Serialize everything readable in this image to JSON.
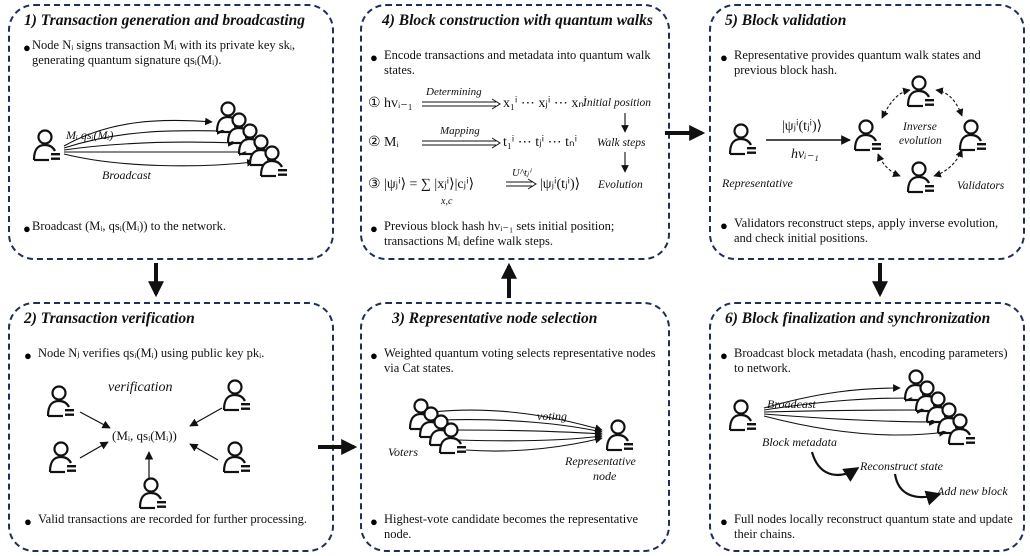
{
  "panels": {
    "p1": {
      "title": "1) Transaction generation and broadcasting",
      "bullet1": "Node Nᵢ signs transaction Mᵢ with its private key skᵢ, generating quantum signature qsᵢ(Mᵢ).",
      "label_message": "Mᵢ  qsᵢ(Mᵢ)",
      "label_broadcast": "Broadcast",
      "bullet2": "Broadcast  (Mᵢ, qsᵢ(Mᵢ)) to the network."
    },
    "p2": {
      "title": "2) Transaction verification",
      "bullet1": "Node Nⱼ verifies qsᵢ(Mᵢ) using public key pkᵢ.",
      "label_verification": "verification",
      "label_center": "(Mᵢ, qsᵢ(Mᵢ))",
      "bullet2": "Valid transactions are recorded for further processing."
    },
    "p3": {
      "title": "3) Representative node selection",
      "bullet1": "Weighted quantum voting selects representative nodes via Cat states.",
      "label_voting": "voting",
      "label_voters": "Voters",
      "label_rep1": "Representative",
      "label_rep2": "node",
      "bullet2": "Highest-vote candidate becomes the representative node."
    },
    "p4": {
      "title": "4) Block construction with quantum walks",
      "bullet1": "Encode transactions and metadata into quantum walk states.",
      "row1_left": "① hvᵢ₋₁",
      "row1_arrow": "Determining",
      "row1_right": "x₁ⁱ ⋯ xⱼⁱ ⋯ xₙⁱ",
      "row2_left": "② Mᵢ",
      "row2_arrow": "Mapping",
      "row2_right": "t₁ⁱ ⋯ tⱼⁱ ⋯ tₙⁱ",
      "row3_left": "③ |ψⱼⁱ⟩ = ∑ |xⱼⁱ⟩|cⱼⁱ⟩",
      "row3_sub": "x,c",
      "row3_arrow": "U^tⱼⁱ",
      "row3_right": "|ψⱼⁱ(tⱼⁱ)⟩",
      "step_initial": "Initial position",
      "step_walk": "Walk steps",
      "step_evolution": "Evolution",
      "bullet2": "Previous block hash hvᵢ₋₁ sets initial position; transactions Mᵢ define walk steps."
    },
    "p5": {
      "title": "5) Block validation",
      "bullet1": "Representative provides quantum walk states and previous block hash.",
      "label_state": "|ψⱼⁱ(tⱼⁱ)⟩",
      "label_hash": "hvᵢ₋₁",
      "label_representative": "Representative",
      "label_inverse1": "Inverse",
      "label_inverse2": "evolution",
      "label_validators": "Validators",
      "bullet2": "Validators reconstruct steps, apply inverse evolution, and check initial positions."
    },
    "p6": {
      "title": "6) Block finalization and synchronization",
      "bullet1": "Broadcast block metadata (hash, encoding parameters) to network.",
      "label_broadcast": "Broadcast",
      "label_metadata": "Block metadata",
      "label_reconstruct": "Reconstruct state",
      "label_add": "Add new block",
      "bullet2": "Full nodes locally reconstruct quantum state and update their chains."
    }
  },
  "colors": {
    "border": "#1f2f5a",
    "ink": "#111111"
  },
  "icons": {
    "person": "person-icon",
    "crowd": "crowd-icon",
    "arrow": "flow-arrow"
  }
}
